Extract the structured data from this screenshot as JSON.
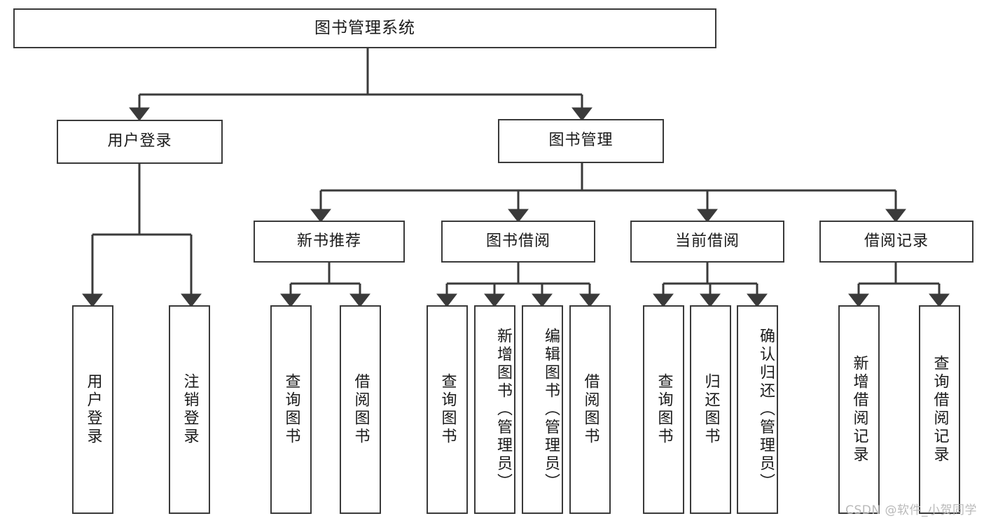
{
  "diagram": {
    "title": "图书管理系统",
    "type": "hierarchy-tree",
    "root": {
      "label": "图书管理系统"
    },
    "level2": [
      {
        "label": "用户登录"
      },
      {
        "label": "图书管理"
      }
    ],
    "level3": [
      {
        "label": "新书推荐"
      },
      {
        "label": "图书借阅"
      },
      {
        "label": "当前借阅"
      },
      {
        "label": "借阅记录"
      }
    ],
    "leaves": {
      "user_login": [
        {
          "label": "用户登录"
        },
        {
          "label": "注销登录"
        }
      ],
      "new_book_recommend": [
        {
          "label": "查询图书"
        },
        {
          "label": "借阅图书"
        }
      ],
      "book_borrow": [
        {
          "label": "查询图书"
        },
        {
          "label": "新增图书（管理员）"
        },
        {
          "label": "编辑图书（管理员）"
        },
        {
          "label": "借阅图书"
        }
      ],
      "current_borrow": [
        {
          "label": "查询图书"
        },
        {
          "label": "归还图书"
        },
        {
          "label": "确认归还（管理员）"
        }
      ],
      "borrow_record": [
        {
          "label": "新增借阅记录"
        },
        {
          "label": "查询借阅记录"
        }
      ]
    }
  },
  "watermark": {
    "text": "CSDN @软件_小贺同学"
  },
  "colors": {
    "stroke": "#3a3a3a",
    "box_fill": "#ffffff",
    "text": "#1a1a1a",
    "watermark": "#b9b9b9"
  }
}
